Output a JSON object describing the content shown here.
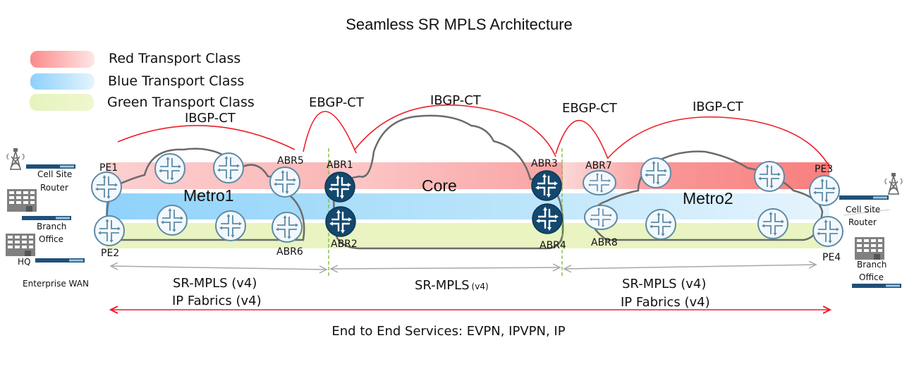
{
  "title": "Seamless SR MPLS Architecture",
  "legend": [
    {
      "label": "Red Transport Class",
      "color_from": "#fb8a8a",
      "color_to": "#ffe6e6"
    },
    {
      "label": "Blue Transport Class",
      "color_from": "#8ed0fa",
      "color_to": "#e4f4fe"
    },
    {
      "label": "Green Transport Class",
      "color_from": "#e6f3bd",
      "color_to": "#eef7cf"
    }
  ],
  "bands": {
    "red": "#f9a5a5",
    "blue": "#a6dbf9",
    "green": "#e8f4bf"
  },
  "domains": {
    "metro1": "Metro1",
    "core": "Core",
    "metro2": "Metro2"
  },
  "sessions": [
    {
      "label": "IBGP-CT",
      "between": "PE1-ABR5"
    },
    {
      "label": "EBGP-CT",
      "between": "ABR5-ABR1"
    },
    {
      "label": "IBGP-CT",
      "between": "ABR1-ABR3"
    },
    {
      "label": "EBGP-CT",
      "between": "ABR3-ABR7"
    },
    {
      "label": "IBGP-CT",
      "between": "ABR7-PE3"
    }
  ],
  "nodes": {
    "pe1": "PE1",
    "pe2": "PE2",
    "pe3": "PE3",
    "pe4": "PE4",
    "abr1": "ABR1",
    "abr2": "ABR2",
    "abr3": "ABR3",
    "abr4": "ABR4",
    "abr5": "ABR5",
    "abr6": "ABR6",
    "abr7": "ABR7",
    "abr8": "ABR8"
  },
  "left_sites": {
    "cell_site_line1": "Cell Site",
    "cell_site_line2": "Router",
    "branch_line1": "Branch",
    "branch_line2": "Office",
    "hq": "HQ",
    "enterprise": "Enterprise WAN"
  },
  "right_sites": {
    "cell_site_line1": "Cell Site",
    "cell_site_line2": "Router",
    "branch_line1": "Branch",
    "branch_line2": "Office"
  },
  "segments": {
    "left_line1": "SR-MPLS (v4)",
    "left_line2": "IP Fabrics (v4)",
    "core_main": "SR-MPLS",
    "core_suffix": "(v4)",
    "right_line1": "SR-MPLS (v4)",
    "right_line2": "IP Fabrics (v4)"
  },
  "services": "End to End Services: EVPN, IPVPN, IP",
  "colors": {
    "session_arc": "#ee1c25",
    "domain_border": "#7ac143",
    "router_fill": "#f2f8fc",
    "router_stroke": "#5e8aa6",
    "core_router_fill": "#14486e",
    "cloud_stroke": "#6b6b6b",
    "span_arrow": "#a8a8a8",
    "service_arrow": "#ee1c25"
  }
}
